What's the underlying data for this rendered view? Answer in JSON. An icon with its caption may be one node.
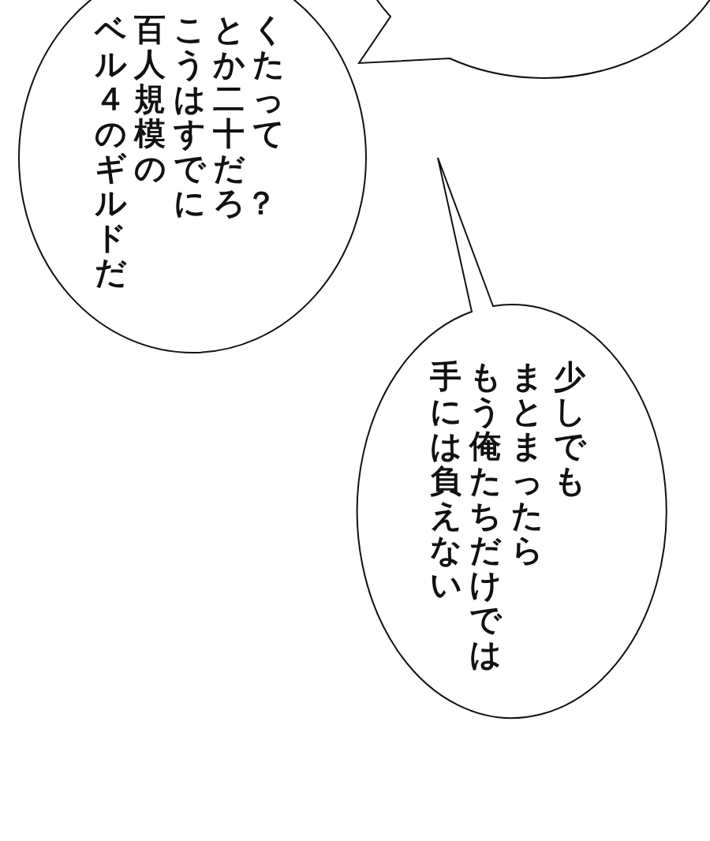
{
  "diagram": {
    "nodes": [
      {
        "text": [
          "くたって",
          "とか二十だろ？",
          "こうはすでに",
          "百人規模の",
          "ベル４のギルドだ"
        ]
      },
      {
        "text": [],
        "shape": "bubble"
      },
      {
        "text": [
          "少しでも",
          "まとまったら",
          "もう俺たちだけでは",
          "手には負えない"
        ]
      }
    ]
  }
}
